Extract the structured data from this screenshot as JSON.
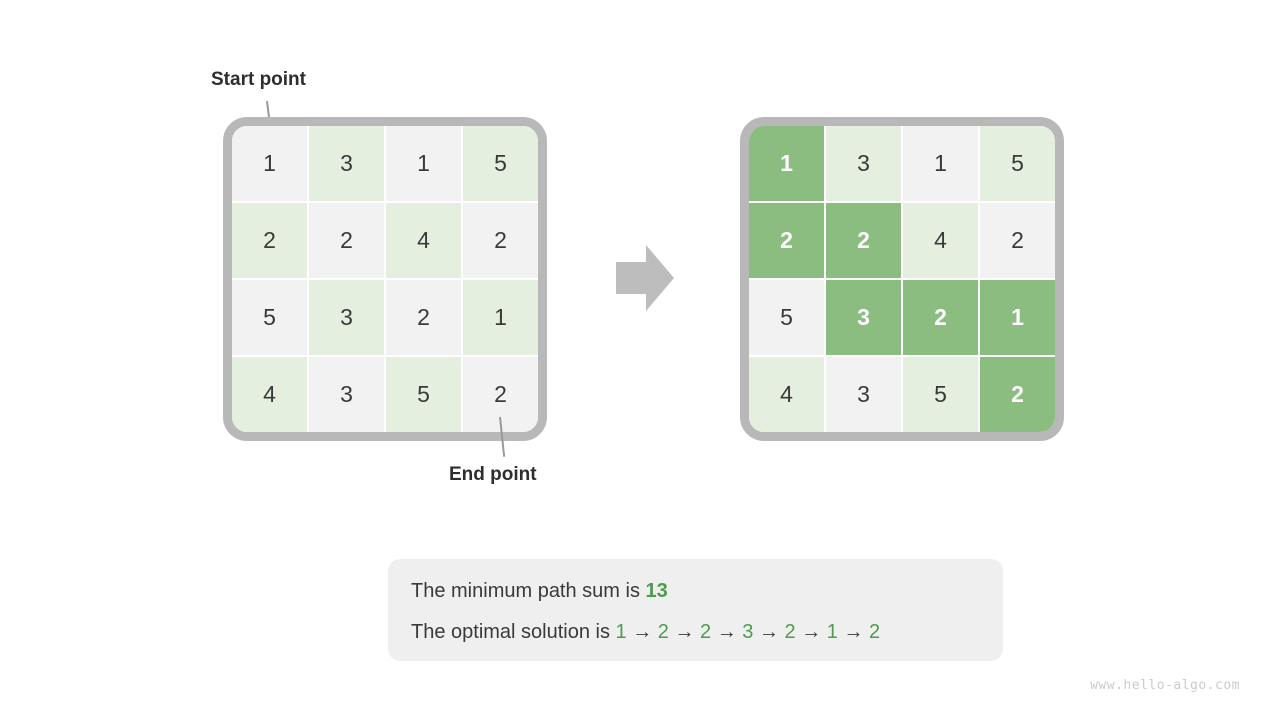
{
  "labels": {
    "start_point": "Start point",
    "end_point": "End point"
  },
  "left_grid": {
    "rows": [
      [
        1,
        3,
        1,
        5
      ],
      [
        2,
        2,
        4,
        2
      ],
      [
        5,
        3,
        2,
        1
      ],
      [
        4,
        3,
        5,
        2
      ]
    ],
    "path_cells": []
  },
  "right_grid": {
    "rows": [
      [
        1,
        3,
        1,
        5
      ],
      [
        2,
        2,
        4,
        2
      ],
      [
        5,
        3,
        2,
        1
      ],
      [
        4,
        3,
        5,
        2
      ]
    ],
    "path_cells": [
      [
        0,
        0
      ],
      [
        1,
        0
      ],
      [
        1,
        1
      ],
      [
        2,
        1
      ],
      [
        2,
        2
      ],
      [
        2,
        3
      ],
      [
        3,
        3
      ]
    ]
  },
  "summary": {
    "line1_prefix": "The minimum path sum is ",
    "line1_value": "13",
    "line2_prefix": "The optimal solution is ",
    "path_values": [
      1,
      2,
      2,
      3,
      2,
      1,
      2
    ],
    "path_separator": "→"
  },
  "watermark": "www.hello-algo.com",
  "colors": {
    "cell_gray": "#f2f2f2",
    "cell_green_light": "#e5efe0",
    "cell_path_green": "#8bbd80",
    "grid_border": "#b8b8b8",
    "arrow_gray": "#bdbdbd",
    "text_dark": "#3a3a3a",
    "text_green": "#4e9b50",
    "box_bg": "#efefef"
  }
}
